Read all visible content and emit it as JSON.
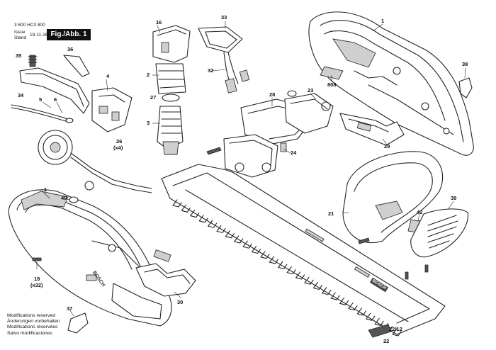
{
  "header": {
    "doc_number": "3 600 HC0 800",
    "issue_label_1": "Issue",
    "issue_label_2": "Stand",
    "issue_date": "19-11-26",
    "figure_label": "Fig./Abb. 1"
  },
  "modifications": [
    "Modifications reserved",
    "Änderungen vorbehalten",
    "Modifications réservées",
    "Salvo modificaciones"
  ],
  "part_labels": {
    "p1a": "1",
    "p1b": "1",
    "p2": "2",
    "p3": "3",
    "p4": "4",
    "p5": "5",
    "p6": "6",
    "p16": "16",
    "p18": "18",
    "p18q": "(x32)",
    "p21": "21",
    "p22": "22",
    "p2212": "22/12",
    "p23": "23",
    "p24": "24",
    "p26": "26",
    "p26q": "(x4)",
    "p27": "27",
    "p28": "28",
    "p29": "29",
    "p30": "30",
    "p32": "32",
    "p33": "33",
    "p34": "34",
    "p35": "35",
    "p36": "36",
    "p37": "37",
    "p38": "38",
    "p39": "39",
    "p40": "40",
    "p42": "42",
    "p808": "808"
  },
  "product_marks": {
    "brand": "BOSCH"
  }
}
